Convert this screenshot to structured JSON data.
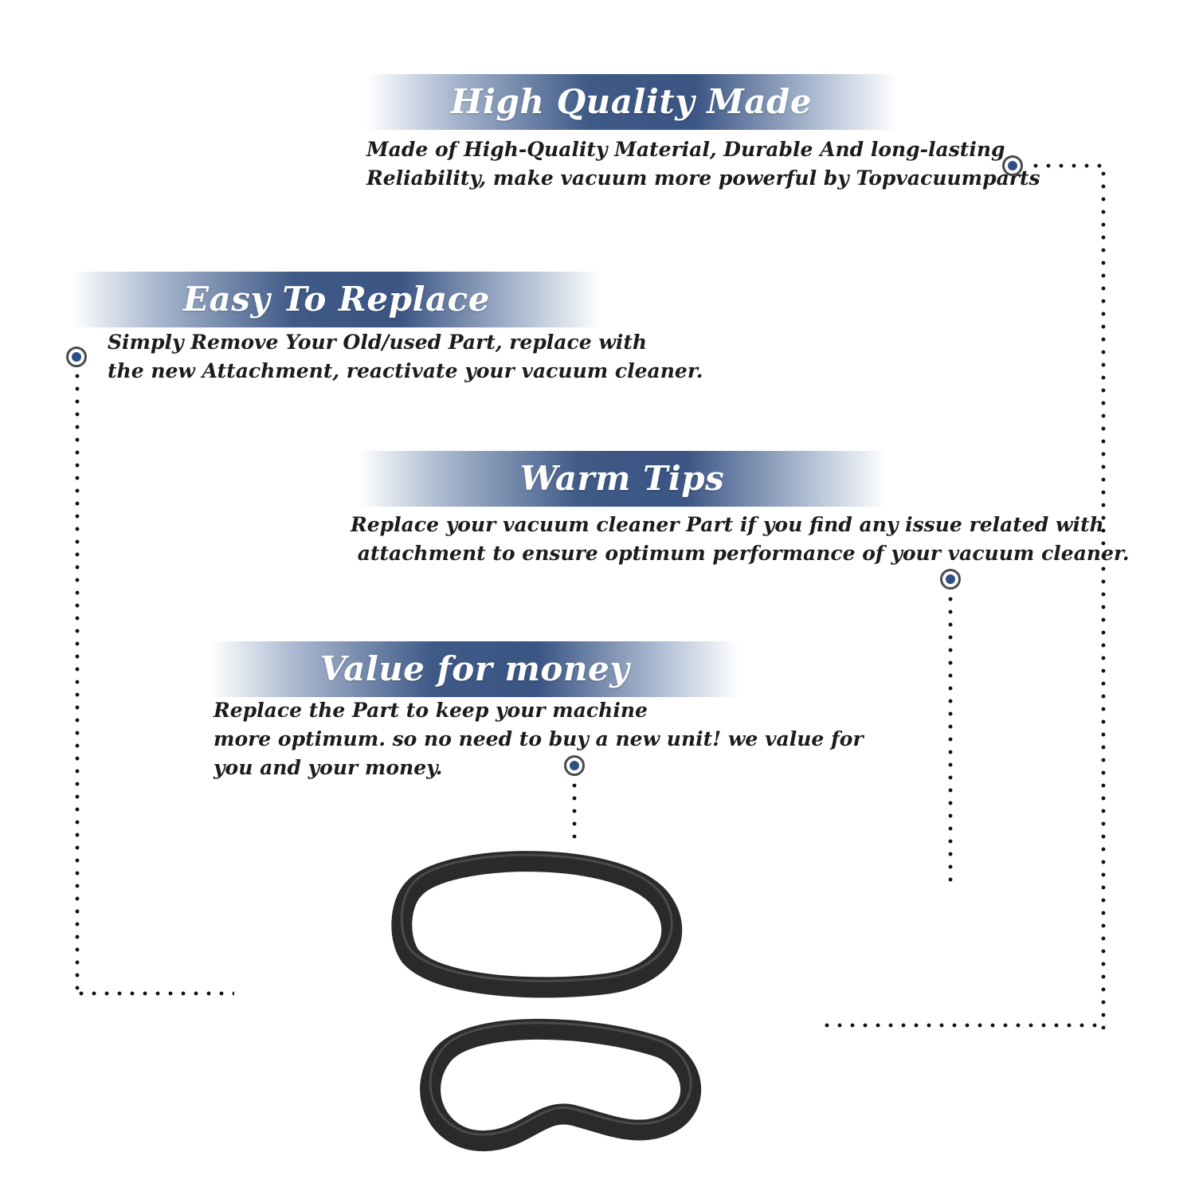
{
  "sections": [
    {
      "title": "High Quality Made",
      "lines": [
        "Made of  High-Quality Material, Durable And long-lasting",
        "Reliability, make vacuum more powerful by Topvacuumparts"
      ]
    },
    {
      "title": "Easy To Replace",
      "lines": [
        "Simply Remove Your Old/used Part, replace with",
        "the new Attachment, reactivate your vacuum cleaner."
      ]
    },
    {
      "title": "Warm Tips",
      "lines": [
        "Replace your vacuum cleaner Part if you find any issue related with",
        " attachment to ensure optimum performance of your vacuum cleaner."
      ]
    },
    {
      "title": "Value for money",
      "lines": [
        "Replace the Part to keep your machine",
        "more optimum. so no need to buy a new unit! we value for",
        "you and your money."
      ]
    }
  ],
  "colors": {
    "banner_blue": "#3f5a87",
    "marker_fill": "#2f4f84",
    "text": "#1c1c1c"
  },
  "icons": [
    "marker-dot-icon",
    "belt-image"
  ]
}
